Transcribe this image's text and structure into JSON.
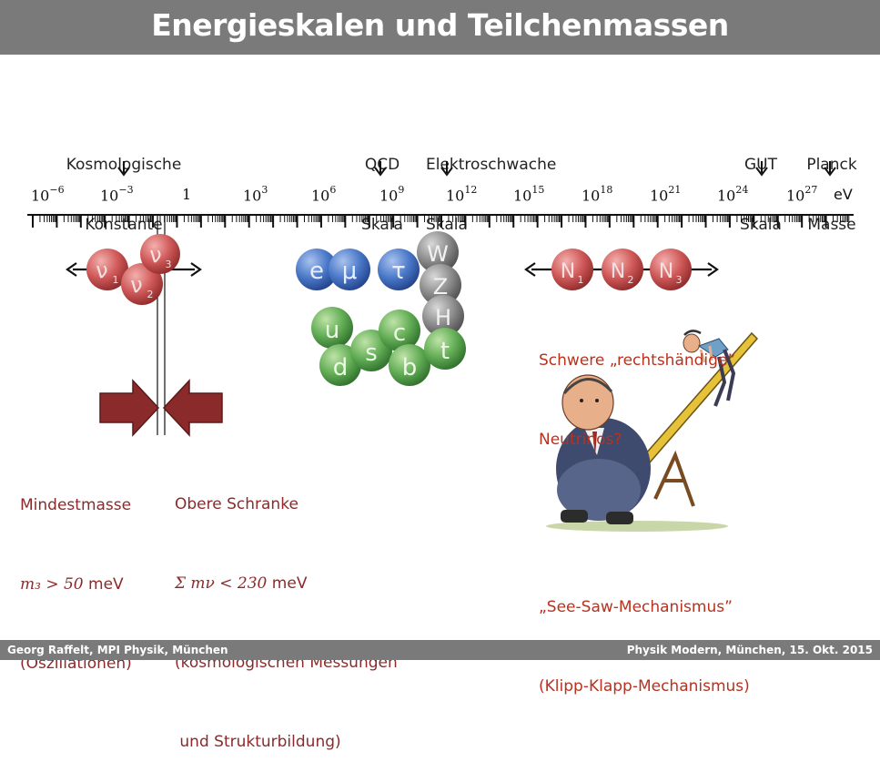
{
  "slide": {
    "title": "Energieskalen und Teilchenmassen",
    "footer_left": "Georg Raffelt, MPI Physik, München",
    "footer_right": "Physik Modern, München, 15. Okt. 2015"
  },
  "scales": {
    "kosmo_line1": "Kosmologische",
    "kosmo_line2": "Konstante",
    "qcd_line1": "QCD",
    "qcd_line2": "Skala",
    "ew_line1": "Elektroschwache",
    "ew_line2": "Skala",
    "gut_line1": "GUT",
    "gut_line2": "Skala",
    "planck_line1": "Planck",
    "planck_line2": "Masse"
  },
  "axis": {
    "base": "10",
    "exponents": [
      "−6",
      "−3",
      "",
      "3",
      "6",
      "9",
      "12",
      "15",
      "18",
      "21",
      "24",
      "27"
    ],
    "one_label": "1",
    "unit": "eV"
  },
  "particles": {
    "neutrinos": [
      "ν1",
      "ν2",
      "ν3"
    ],
    "leptons": [
      "e",
      "μ",
      "τ"
    ],
    "bosons": [
      "W",
      "Z",
      "H"
    ],
    "quarks": [
      "u",
      "d",
      "s",
      "c",
      "b",
      "t"
    ],
    "heavy": [
      "N1",
      "N2",
      "N3"
    ]
  },
  "notes": {
    "heavy_line1": "Schwere „rechtshändige”",
    "heavy_line2": "Neutrinos?",
    "min_line1": "Mindestmasse",
    "min_math": "m₃ > 50",
    "min_unit": " meV",
    "min_line3": "(Oszillationen)",
    "upper_line1": "Obere Schranke",
    "upper_math": "Σ mν < 230",
    "upper_unit": " meV",
    "upper_line3": "(kosmologischen Messungen",
    "upper_line4": " und Strukturbildung)",
    "seesaw_line1": "„See-Saw-Mechanismus”",
    "seesaw_line2": "(Klipp-Klapp-Mechanismus)"
  },
  "colors": {
    "title_bar": "#7a7a7a",
    "neutrino_red": "#c84a4a",
    "lepton_blue": "#3d6fc4",
    "boson_gray": "#8a8a8a",
    "quark_green": "#5aa550",
    "arrow_red": "#8b2a2a",
    "note_orange": "#b8321f"
  }
}
